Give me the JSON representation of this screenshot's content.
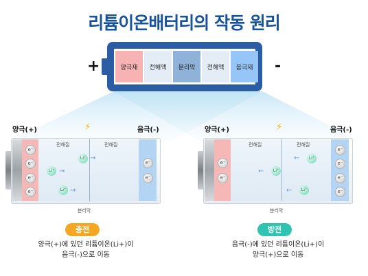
{
  "title": "리튬이온배터리의 작동 원리",
  "cell": {
    "plus_sign": "+",
    "minus_sign": "-",
    "layers": [
      {
        "label": "양극재",
        "color": "#f7b3b3"
      },
      {
        "label": "전해액",
        "color": "#e4edf6"
      },
      {
        "label": "분리막",
        "color": "#8fb2d9"
      },
      {
        "label": "전해액",
        "color": "#e4edf6"
      },
      {
        "label": "음극재",
        "color": "#96c5f7"
      }
    ]
  },
  "left_panel": {
    "cathode_label": "양극(+)",
    "anode_label": "음극(-)",
    "bolt": "⚡",
    "electrolyte_left": "전해질",
    "electrolyte_right": "전해질",
    "separator": "분리막",
    "electron": "e⁻",
    "ion": "Li⁺",
    "badge": "충전",
    "badge_color": "#f5a623",
    "desc_line1": "양극(+)에 있던 리튬이온(Li+)이",
    "desc_line2": "음극(-)으로 이동"
  },
  "right_panel": {
    "cathode_label": "양극(+)",
    "anode_label": "음극(-)",
    "bolt": "⚡",
    "electrolyte_left": "전해질",
    "electrolyte_right": "전해질",
    "separator": "분리막",
    "electron": "e⁻",
    "ion": "Li⁺",
    "badge": "방전",
    "badge_color": "#2fc4b2",
    "desc_line1": "음극(-)에 있던 리튬이온(Li+)이",
    "desc_line2": "양극(+)으로 이동"
  }
}
